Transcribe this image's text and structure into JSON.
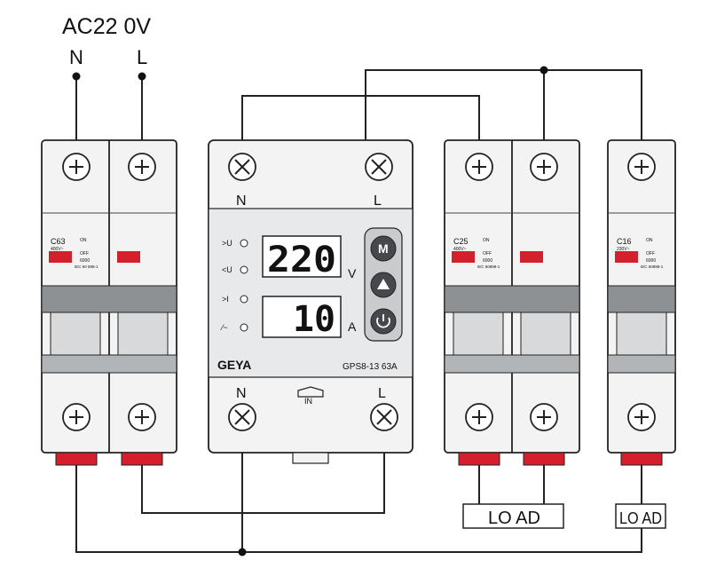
{
  "supply": {
    "voltage_label": "AC22 0V",
    "neutral_label": "N",
    "line_label": "L"
  },
  "breaker_main": {
    "rating": "C63",
    "voltage": "400V~",
    "on_label": "ON",
    "off_label": "OFF",
    "breaking_capacity": "6000",
    "standard": "IEC 60 898-1"
  },
  "breaker_load1": {
    "rating": "C25",
    "voltage": "400V~",
    "on_label": "ON",
    "off_label": "OFF",
    "breaking_capacity": "6000",
    "standard": "IEC 60898-1"
  },
  "breaker_load2": {
    "rating": "C16",
    "voltage": "230V~",
    "on_label": "ON",
    "off_label": "OFF",
    "breaking_capacity": "6000",
    "standard": "IEC 60898-1"
  },
  "protector": {
    "brand": "GEYA",
    "model": "GPS8-13 63A",
    "top_n": "N",
    "top_l": "L",
    "bottom_n": "N",
    "bottom_l": "L",
    "in_label": "IN",
    "indicators": [
      ">U",
      "<U",
      ">I",
      "⁄~"
    ],
    "voltage_reading": "220",
    "voltage_unit": "V",
    "current_reading": "10",
    "current_unit": "A",
    "buttons": [
      "M",
      "up",
      "power"
    ]
  },
  "loads": [
    "LO AD",
    "LO AD"
  ],
  "colors": {
    "outline": "#222222",
    "red": "#d4202c",
    "case": "#f2f2f2",
    "panel": "#c9cbcd",
    "lcd_bg": "#ffffff"
  }
}
